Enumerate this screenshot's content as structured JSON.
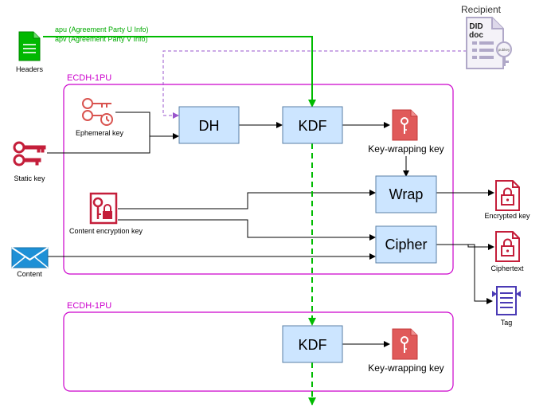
{
  "diagram": {
    "group_1": {
      "label": "ECDH-1PU"
    },
    "group_2": {
      "label": "ECDH-1PU"
    },
    "headers": {
      "label": "Headers",
      "apu_label": "apu (Agreement Party U Info)",
      "apv_label": "apv (Agreement Party V Info)"
    },
    "recipient": {
      "label": "Recipient",
      "doc_title_1": "DID",
      "doc_title_2": "doc",
      "key_caption": "pubkey"
    },
    "ephemeral_key": {
      "label": "Ephemeral key"
    },
    "static_key": {
      "label": "Static key"
    },
    "cek": {
      "label": "Content encryption  key"
    },
    "content": {
      "label": "Content"
    },
    "boxes": {
      "dh": "DH",
      "kdf": "KDF",
      "wrap": "Wrap",
      "cipher": "Cipher",
      "kdf_2": "KDF"
    },
    "kwk": {
      "label": "Key-wrapping key"
    },
    "kwk_2": {
      "label": "Key-wrapping key"
    },
    "encrypted_key": {
      "label": "Encrypted key"
    },
    "ciphertext": {
      "label": "Ciphertext"
    },
    "tag": {
      "label": "Tag"
    },
    "colors": {
      "group_border": "#cc00cc",
      "box_fill": "#cce5ff",
      "box_stroke": "#5a7fa6",
      "green": "#00bb00",
      "red_icon": "#c41e3a",
      "blue_icon": "#1e90d6",
      "purple_icon": "#4a3ab5",
      "gray_icon": "#b0a8c8"
    }
  }
}
